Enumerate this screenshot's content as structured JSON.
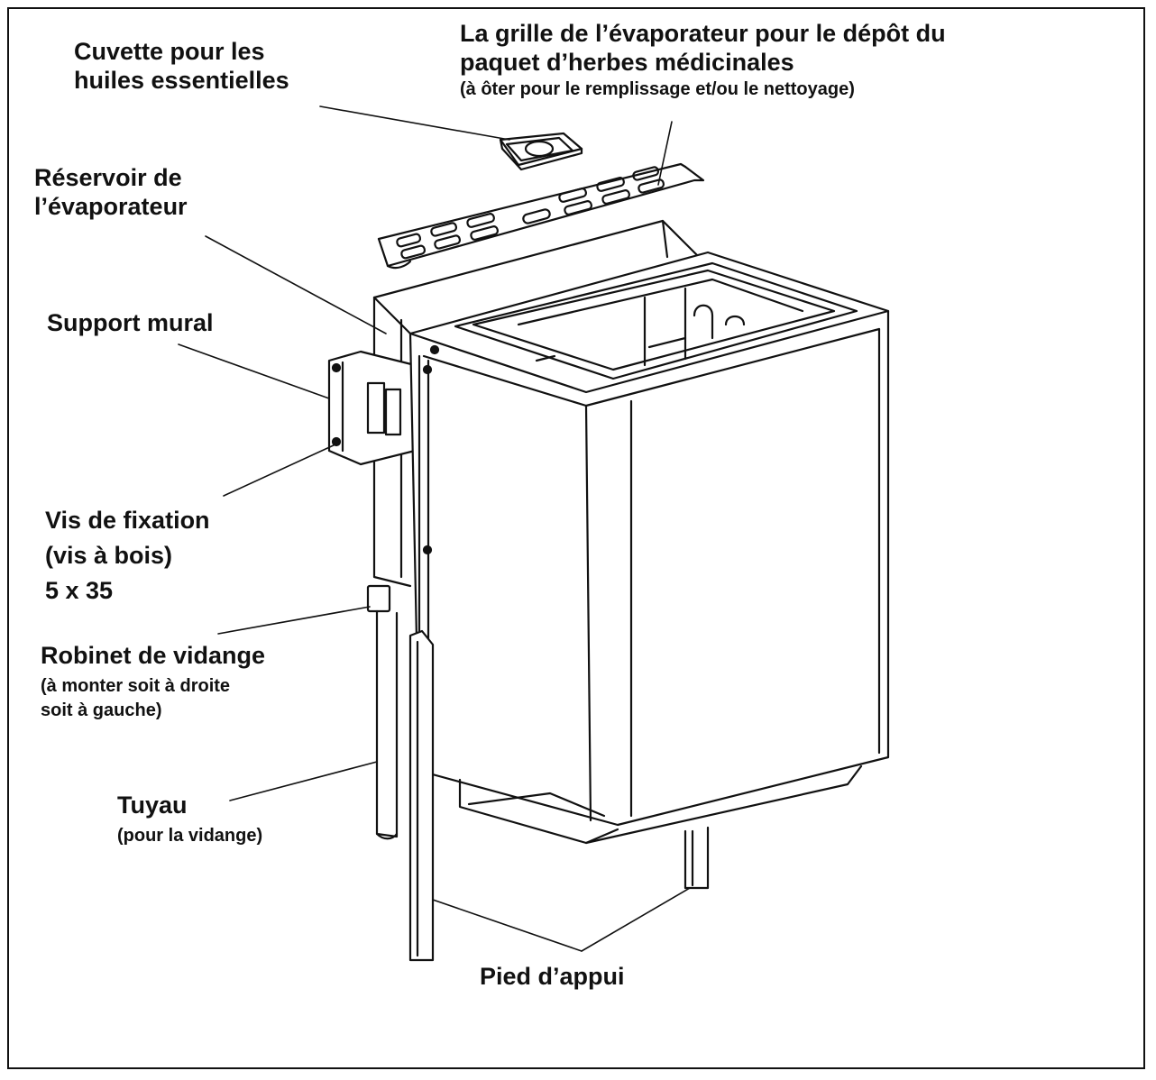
{
  "labels": {
    "cuvette": {
      "line1": "Cuvette pour les",
      "line2": "huiles essentielles"
    },
    "grille": {
      "line1": "La grille de l’évaporateur pour le dépôt du",
      "line2": "paquet d’herbes médicinales",
      "note": "(à ôter pour le remplissage et/ou le nettoyage)"
    },
    "reservoir": {
      "line1": "Réservoir de",
      "line2": "l’évaporateur"
    },
    "support": {
      "line1": "Support mural"
    },
    "vis": {
      "line1": "Vis de fixation",
      "line2": "(vis à bois)",
      "line3": "5 x 35"
    },
    "robinet": {
      "line1": "Robinet de vidange",
      "note1": "(à monter soit à droite",
      "note2": "soit à gauche)"
    },
    "tuyau": {
      "line1": "Tuyau",
      "note": "(pour la vidange)"
    },
    "pied": {
      "line1": "Pied d’appui"
    }
  }
}
